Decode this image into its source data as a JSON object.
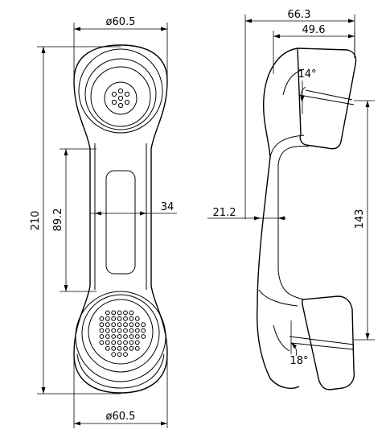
{
  "front_view": {
    "top_width_label": "ø60.5",
    "bottom_width_label": "ø60.5",
    "total_length_label": "210",
    "grip_length_label": "89.2",
    "handle_width_label": "34"
  },
  "side_view": {
    "overall_depth_label": "66.3",
    "earcup_depth_label": "49.6",
    "top_angle_label": "14°",
    "bottom_angle_label": "18°",
    "cup_span_label": "143",
    "handle_thickness_label": "21.2"
  },
  "colors": {
    "line": "#000000",
    "background": "#ffffff"
  }
}
